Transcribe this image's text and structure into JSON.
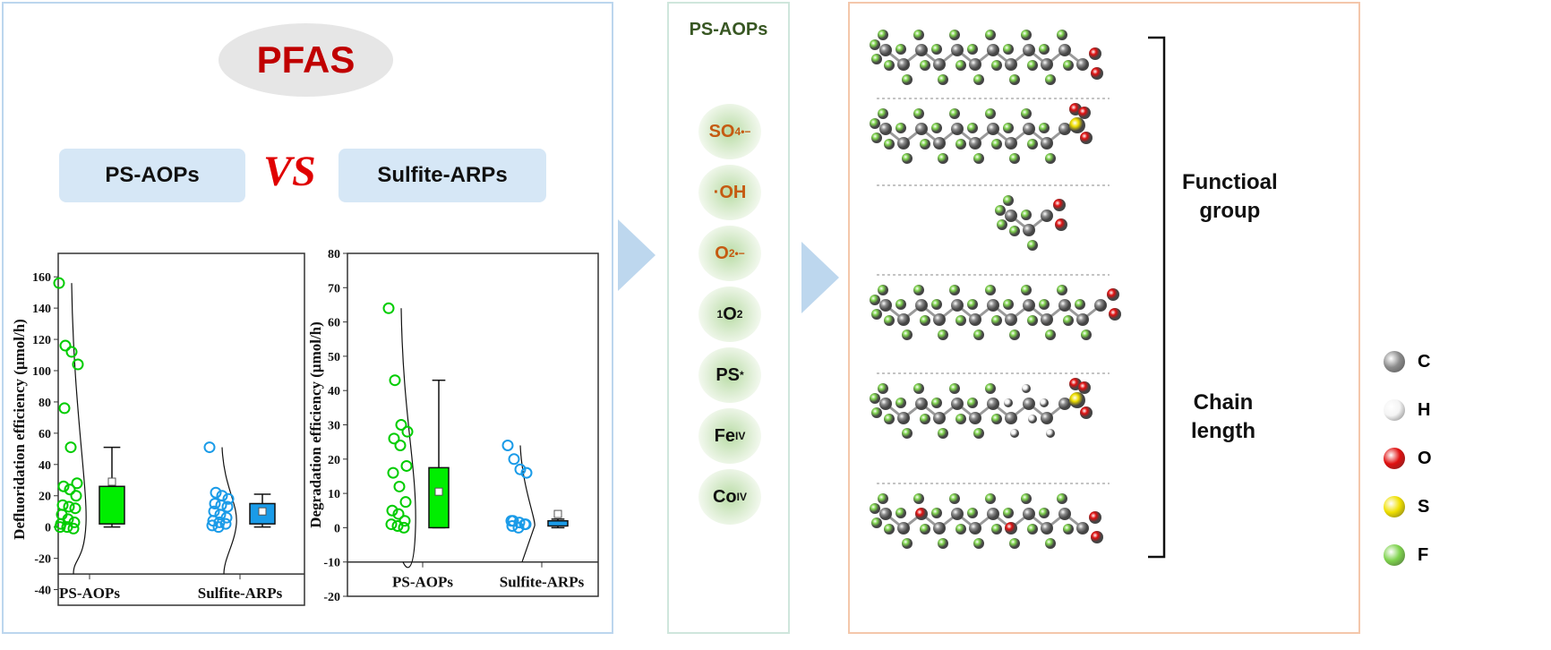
{
  "left": {
    "title": "PFAS",
    "pill_left": "PS-AOPs",
    "vs": "VS",
    "pill_right": "Sulfite-ARPs"
  },
  "chart_data": [
    {
      "type": "box-scatter",
      "ylabel": "Defluoridation efficiency  (μmol/h)",
      "ylim": [
        -50,
        175
      ],
      "yticks": [
        -40,
        -20,
        0,
        20,
        40,
        60,
        80,
        100,
        120,
        140,
        160
      ],
      "baseline": -30,
      "categories": [
        "PS-AOPs",
        "Sulfite-ARPs"
      ],
      "series": [
        {
          "name": "PS-AOPs",
          "color": "#00cc00",
          "points": [
            156,
            116,
            112,
            104,
            76,
            51,
            28,
            26,
            24,
            20,
            14,
            13,
            12,
            8,
            5,
            3,
            2,
            0,
            -1,
            0
          ],
          "box": {
            "q1": 2,
            "q3": 26,
            "min": 0,
            "max": 51,
            "mean": 29
          }
        },
        {
          "name": "Sulfite-ARPs",
          "color": "#1a9be8",
          "points": [
            51,
            22,
            20,
            18,
            15,
            14,
            13,
            10,
            8,
            6,
            4,
            3,
            2,
            1,
            0
          ],
          "box": {
            "q1": 2,
            "q3": 15,
            "min": 0,
            "max": 21,
            "mean": 10
          }
        }
      ]
    },
    {
      "type": "box-scatter",
      "ylabel": "Degradation efficiency  (μmol/h)",
      "ylim": [
        -20,
        80
      ],
      "yticks": [
        -20,
        -10,
        0,
        10,
        20,
        30,
        40,
        50,
        60,
        70,
        80
      ],
      "baseline": -10,
      "categories": [
        "PS-AOPs",
        "Sulfite-ARPs"
      ],
      "series": [
        {
          "name": "PS-AOPs",
          "color": "#00cc00",
          "points": [
            64,
            43,
            30,
            28,
            26,
            24,
            18,
            16,
            12,
            7.5,
            5,
            4,
            2,
            1,
            0.5,
            0
          ],
          "box": {
            "q1": 0,
            "q3": 17.5,
            "min": 0,
            "max": 43,
            "mean": 10.5
          }
        },
        {
          "name": "Sulfite-ARPs",
          "color": "#1a9be8",
          "points": [
            24,
            20,
            17,
            16,
            2,
            1.5,
            1,
            0.5,
            0,
            1,
            2
          ],
          "box": {
            "q1": 0.5,
            "q3": 2,
            "min": 0,
            "max": 2.5,
            "mean": 4
          }
        }
      ]
    }
  ],
  "middle": {
    "title": "PS-AOPs",
    "species": [
      {
        "pre": "",
        "base": "SO",
        "sub": "4",
        "sup": "•−",
        "color": "#c55a11"
      },
      {
        "pre": "·",
        "base": "OH",
        "sub": "",
        "sup": "",
        "color": "#c55a11"
      },
      {
        "pre": "",
        "base": "O",
        "sub": "2",
        "sup": "•−",
        "color": "#c55a11"
      },
      {
        "pre": "1",
        "base": "O",
        "sub": "2",
        "sup": "",
        "color": "#111111"
      },
      {
        "pre": "",
        "base": "PS",
        "sub": "",
        "sup": "*",
        "color": "#111111"
      },
      {
        "pre": "",
        "base": "Fe",
        "sub": "",
        "sup": "IV",
        "color": "#111111"
      },
      {
        "pre": "",
        "base": "Co",
        "sub": "",
        "sup": "IV",
        "color": "#111111"
      }
    ]
  },
  "right": {
    "label1_line1": "Functioal",
    "label1_line2": "group",
    "label2_line1": "Chain",
    "label2_line2": "length"
  },
  "legend": [
    {
      "label": "C",
      "color": "#8c8c8c"
    },
    {
      "label": "H",
      "color": "#f4f4f4"
    },
    {
      "label": "O",
      "color": "#e01010"
    },
    {
      "label": "S",
      "color": "#f0e000"
    },
    {
      "label": "F",
      "color": "#7fd34e"
    }
  ]
}
